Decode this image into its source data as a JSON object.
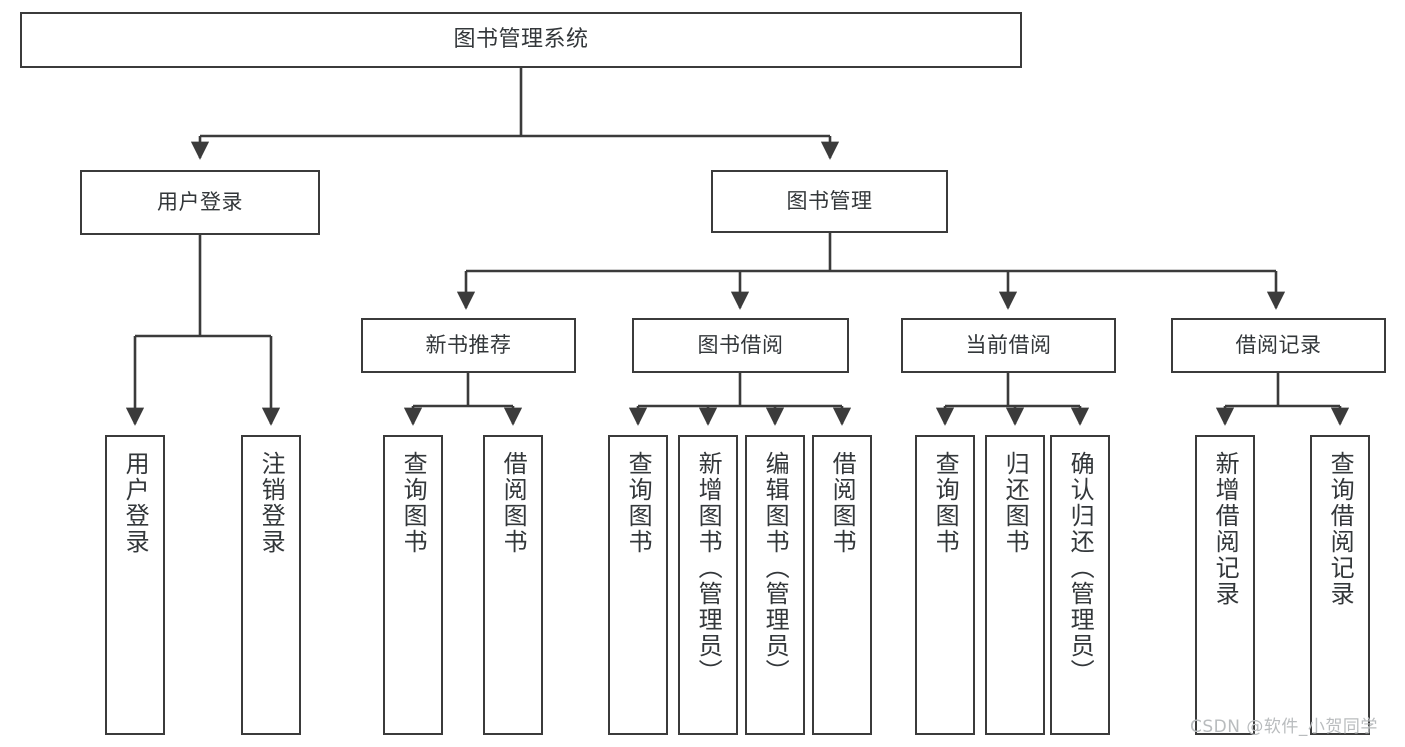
{
  "diagram": {
    "title_node": {
      "id": "root",
      "label": "图书管理系统"
    },
    "level1": [
      {
        "id": "user-login",
        "label": "用户登录"
      },
      {
        "id": "book-manage",
        "label": "图书管理"
      }
    ],
    "level2": [
      {
        "id": "new-book-recommend",
        "label": "新书推荐"
      },
      {
        "id": "book-borrow",
        "label": "图书借阅"
      },
      {
        "id": "current-borrow",
        "label": "当前借阅"
      },
      {
        "id": "borrow-record",
        "label": "借阅记录"
      }
    ],
    "leaves": [
      {
        "id": "leaf-user-login",
        "label": "用户登录",
        "parent": "user-login"
      },
      {
        "id": "leaf-logout-login",
        "label": "注销登录",
        "parent": "user-login"
      },
      {
        "id": "leaf-query-book-1",
        "label": "查询图书",
        "parent": "new-book-recommend"
      },
      {
        "id": "leaf-borrow-book-1",
        "label": "借阅图书",
        "parent": "new-book-recommend"
      },
      {
        "id": "leaf-query-book-2",
        "label": "查询图书",
        "parent": "book-borrow"
      },
      {
        "id": "leaf-add-book",
        "label": "新增图书（管理员）",
        "parent": "book-borrow"
      },
      {
        "id": "leaf-edit-book",
        "label": "编辑图书（管理员）",
        "parent": "book-borrow"
      },
      {
        "id": "leaf-borrow-book-2",
        "label": "借阅图书",
        "parent": "book-borrow"
      },
      {
        "id": "leaf-query-book-3",
        "label": "查询图书",
        "parent": "current-borrow"
      },
      {
        "id": "leaf-return-book",
        "label": "归还图书",
        "parent": "current-borrow"
      },
      {
        "id": "leaf-confirm-return",
        "label": "确认归还（管理员）",
        "parent": "current-borrow"
      },
      {
        "id": "leaf-add-record",
        "label": "新增借阅记录",
        "parent": "borrow-record"
      },
      {
        "id": "leaf-query-record",
        "label": "查询借阅记录",
        "parent": "borrow-record"
      }
    ],
    "watermark": "CSDN @软件_小贺同学",
    "colors": {
      "stroke": "#3b3b3b",
      "text": "#33373a",
      "background": "#ffffff",
      "watermark": "#b9bcbe"
    }
  }
}
